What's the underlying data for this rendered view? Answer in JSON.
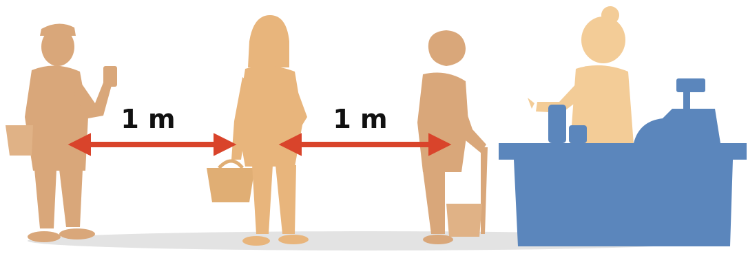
{
  "distances": [
    {
      "label": "1 m"
    },
    {
      "label": "1 m"
    }
  ],
  "colors": {
    "person_dark": "#D9A77A",
    "person_mid": "#E8B57C",
    "person_light": "#F3CC97",
    "arrow": "#D9442B",
    "counter": "#5B86BC",
    "shadow": "#E3E3E3",
    "text": "#111111"
  },
  "icons": [
    "person-with-phone",
    "person-with-basket",
    "elderly-person-with-cane",
    "cashier",
    "checkout-counter",
    "cash-register",
    "distance-arrow"
  ]
}
